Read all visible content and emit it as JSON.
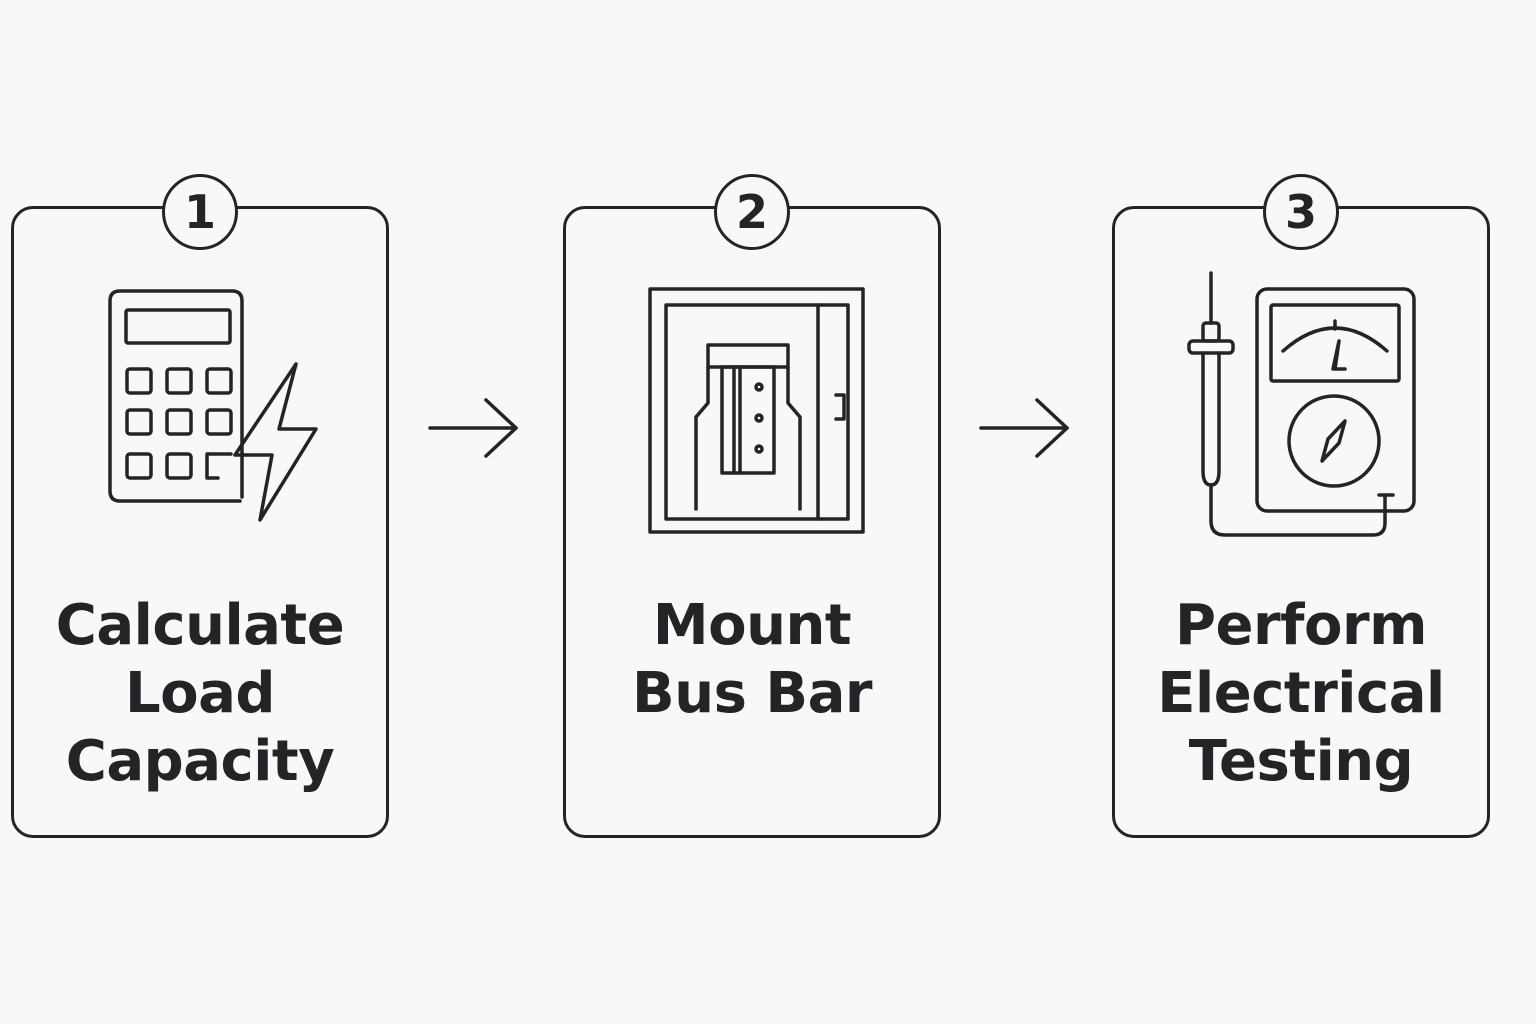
{
  "steps": [
    {
      "number": "1",
      "label_lines": [
        "Calculate",
        "Load",
        "Capacity"
      ],
      "icon": "calculator-lightning-icon"
    },
    {
      "number": "2",
      "label_lines": [
        "Mount",
        "Bus Bar"
      ],
      "icon": "electrical-panel-bus-bar-icon"
    },
    {
      "number": "3",
      "label_lines": [
        "Perform",
        "Electrical",
        "Testing"
      ],
      "icon": "multimeter-probe-icon"
    }
  ],
  "connectors": [
    "arrow-right-icon",
    "arrow-right-icon"
  ],
  "colors": {
    "background": "#f8f8f8",
    "stroke": "#222426"
  }
}
